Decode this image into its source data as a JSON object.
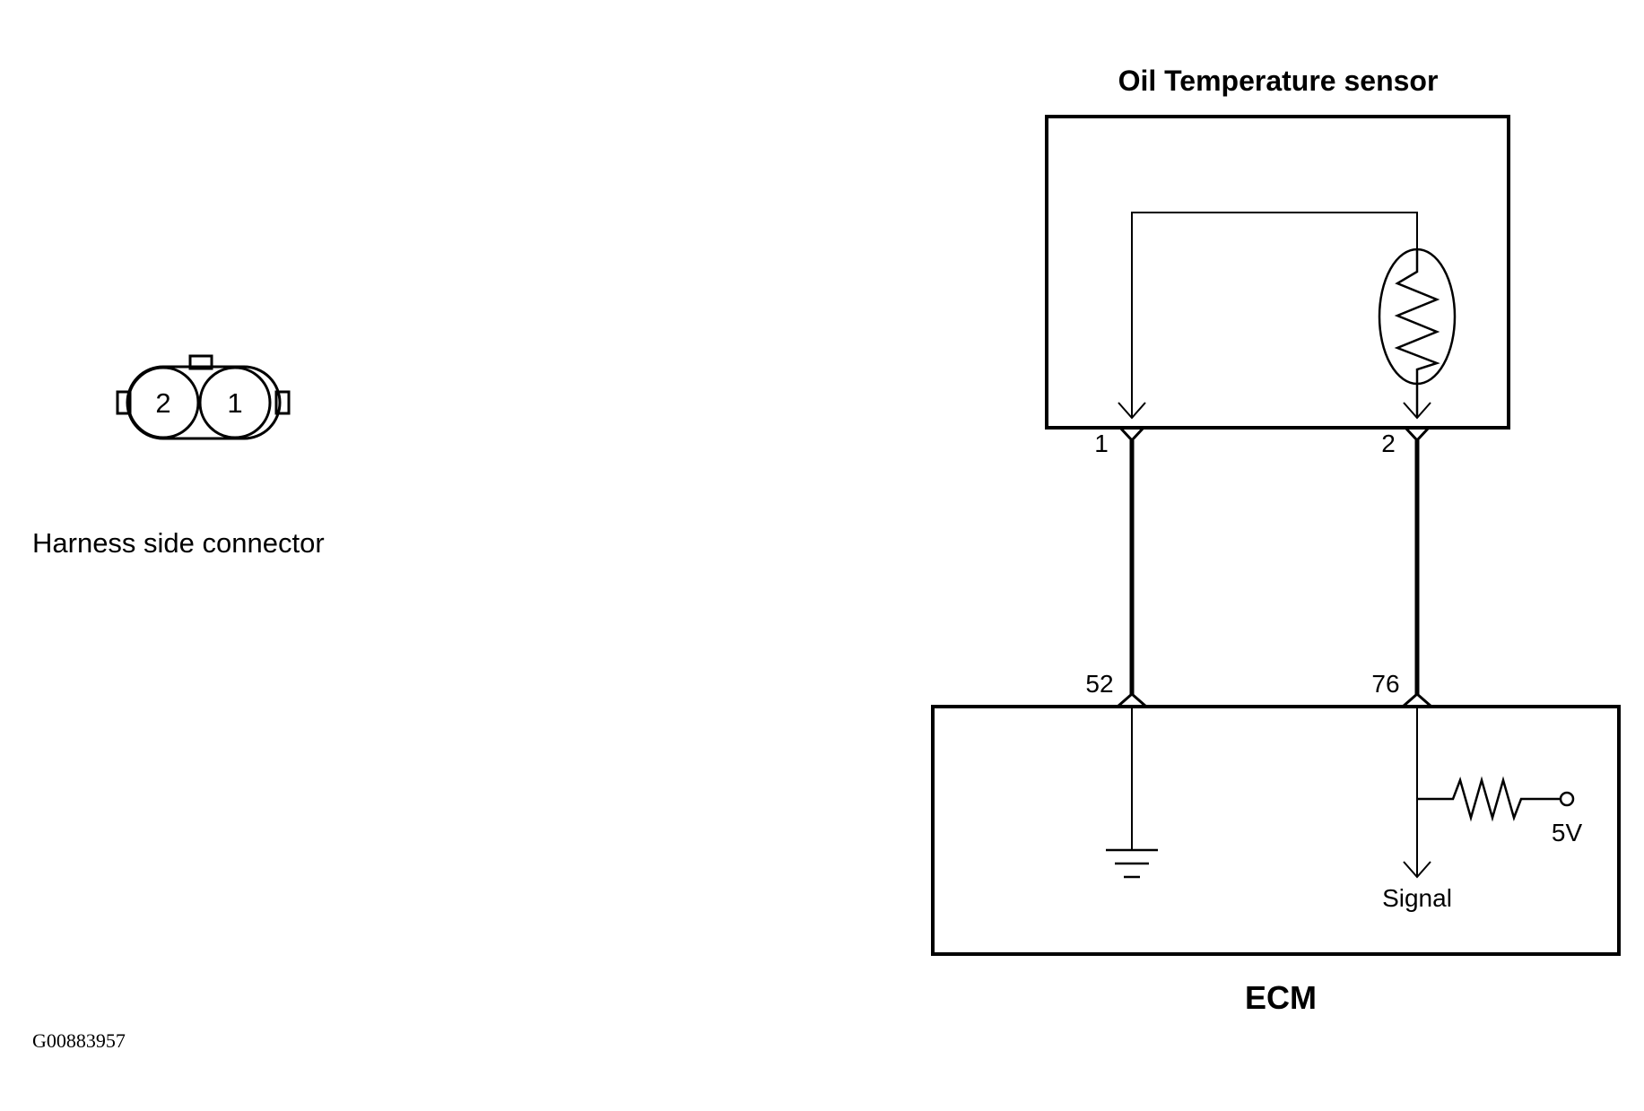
{
  "connector": {
    "pin_left": "2",
    "pin_right": "1",
    "caption": "Harness side connector"
  },
  "sensor": {
    "title": "Oil Temperature sensor",
    "pin_1": "1",
    "pin_2": "2"
  },
  "ecm": {
    "title": "ECM",
    "pin_52": "52",
    "pin_76": "76",
    "signal_label": "Signal",
    "voltage_label": "5V"
  },
  "figure_id": "G00883957",
  "colors": {
    "line": "#000000",
    "background": "#ffffff"
  }
}
